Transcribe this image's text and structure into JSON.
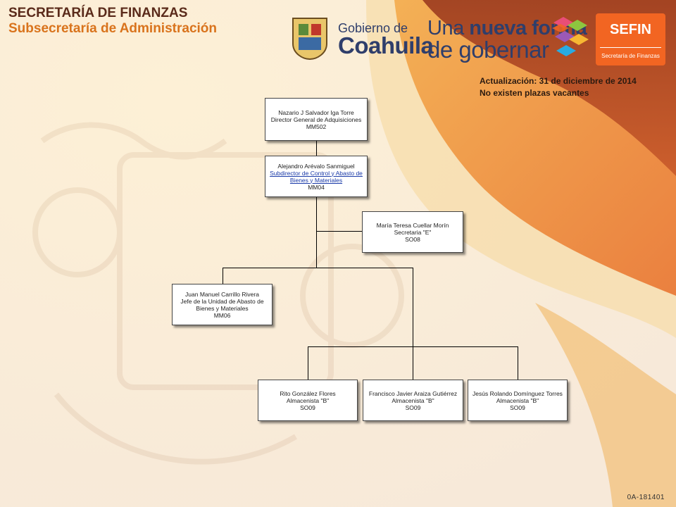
{
  "header": {
    "line1": "SECRETARÍA DE FINANZAS",
    "line2": "Subsecretaría de Administración"
  },
  "logos": {
    "gobierno_small": "Gobierno de",
    "gobierno_big": "Coahuila",
    "slogan_a": "Una ",
    "slogan_b": "nueva forma",
    "slogan_c": "de gobernar",
    "sefin_title": "SEFIN",
    "sefin_sub": "Secretaría de Finanzas"
  },
  "info": {
    "updated": "Actualización: 31  de diciembre de 2014",
    "vacancies": "No existen plazas vacantes"
  },
  "org": {
    "director": {
      "name": "Nazario J Salvador Iga Torre",
      "title": "Director General de Adquisiciones",
      "code": "MM502"
    },
    "subdirector": {
      "name": "Alejandro Arévalo Sanmiguel",
      "title": "Subdirector de Control y Abasto de Bienes y Materiales",
      "code": "MM04"
    },
    "secretaria": {
      "name": "María Teresa Cuellar Morín",
      "title": "Secretaria \"E\"",
      "code": "SO08"
    },
    "jefe": {
      "name": "Juan Manuel Carrillo Rivera",
      "title": "Jefe de la Unidad de Abasto de Bienes y Materiales",
      "code": "MM06"
    },
    "almacen1": {
      "name": "Rito González Flores",
      "title": "Almacenista \"B\"",
      "code": "SO09"
    },
    "almacen2": {
      "name": "Francisco Javier Araiza Gutiérrez",
      "title": "Almacenista \"B\"",
      "code": "SO09"
    },
    "almacen3": {
      "name": "Jesús Rolando Domínguez Torres",
      "title": "Almacenista \"B\"",
      "code": "SO09"
    }
  },
  "footer": {
    "code": "0A-181401"
  },
  "colors": {
    "accent": "#f26522",
    "title_dark": "#5a2a1a",
    "title_orange": "#d9731c",
    "logo_blue": "#2f3e6b"
  }
}
